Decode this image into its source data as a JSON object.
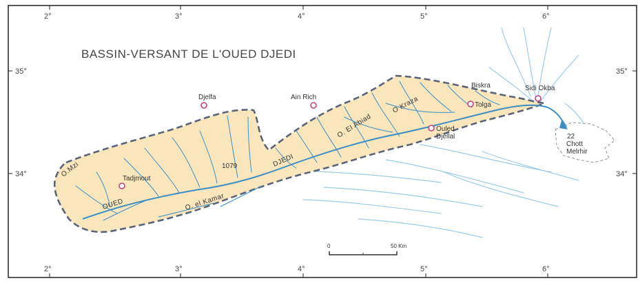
{
  "map": {
    "title": "BASSIN-VERSANT DE L'OUED DJEDI",
    "longitude_ticks": [
      "2°",
      "3°",
      "4°",
      "5°",
      "6°"
    ],
    "latitude_ticks": [
      "35°",
      "34°"
    ],
    "places": {
      "djelfa": "Djelfa",
      "ain_rich": "Ain Rich",
      "biskra": "Biskra",
      "sidi_okba": "Sidi Okba",
      "tolga": "Tolga",
      "ouled_djellal": [
        "Ouled",
        "Djellal"
      ],
      "tadjmout": "Tadjmout",
      "chott_melrhir": [
        "22",
        "Chott",
        "Melrhir"
      ]
    },
    "rivers": {
      "o_mzi": "O.Mzi",
      "oued": "OUED",
      "djedi": "DJEDI",
      "el_kamar": "O. el Kamar",
      "el_abiad": "O. El Abiad",
      "o_kraza": "O Kraza"
    },
    "elevation": "1079",
    "scale": {
      "zero": "0",
      "max": "50 Km"
    },
    "colors": {
      "basin_fill": "#f9e6bc",
      "basin_border": "#5a6478",
      "river": "#3b8ec4",
      "river_light": "#9ccbe6",
      "place_marker": "#c0407a",
      "frame": "#222222"
    }
  }
}
